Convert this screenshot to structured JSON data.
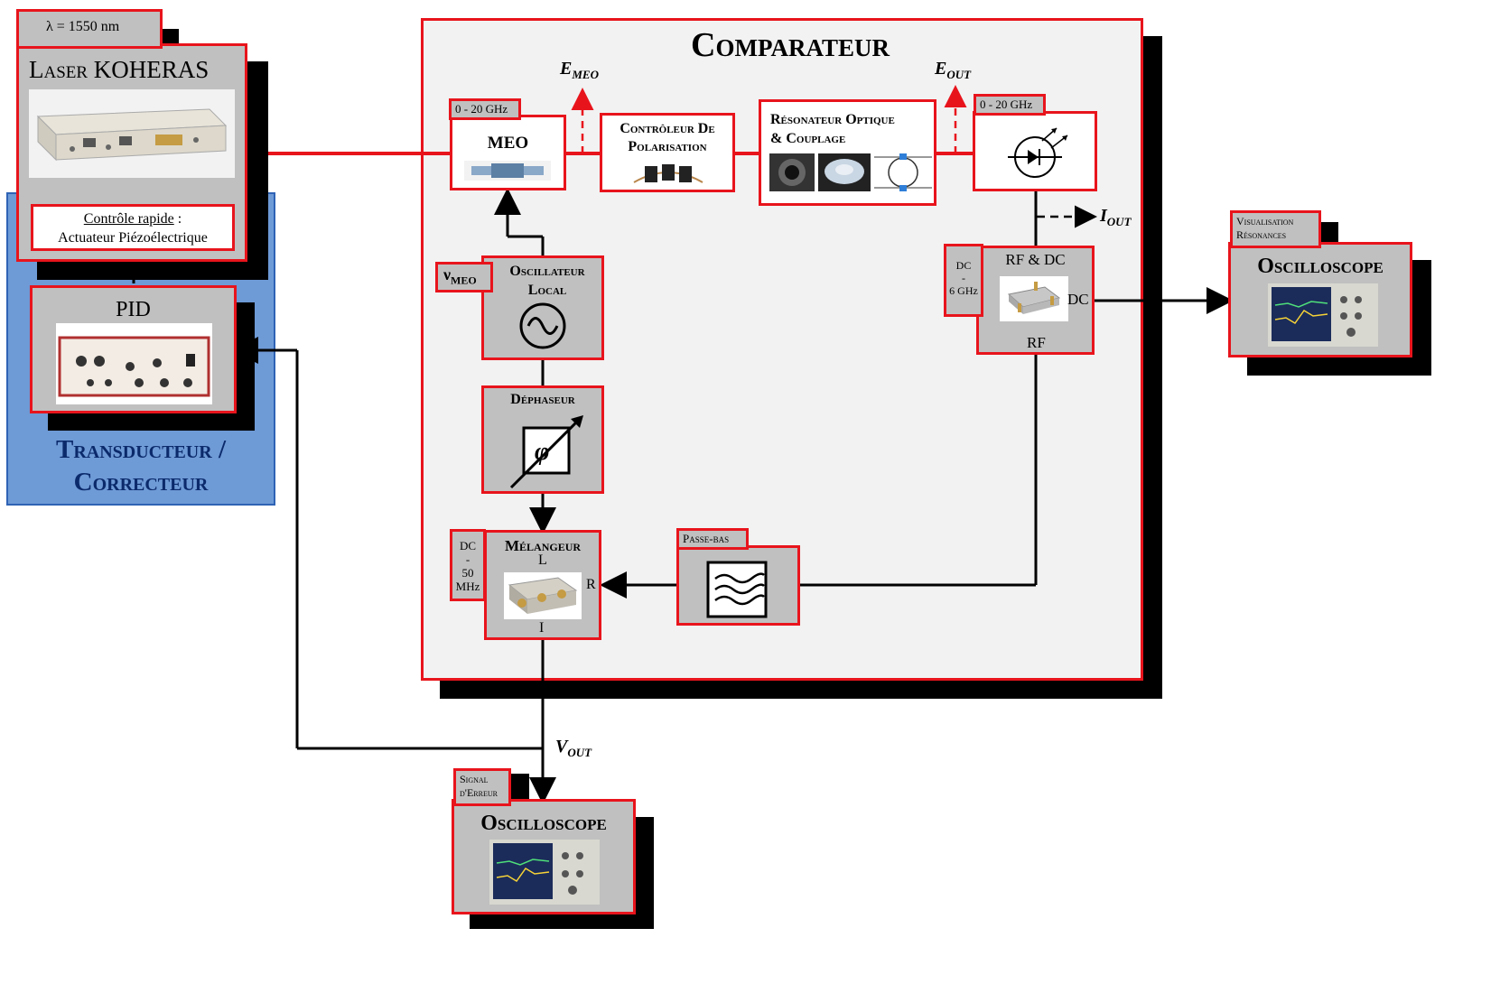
{
  "laser": {
    "wavelength": "λ = 1550 nm",
    "title": "Laser KOHERAS",
    "control_u": "Contrôle rapide",
    "control_rest": " :",
    "control_line2": "Actuateur Piézoélectrique"
  },
  "pid": {
    "title": "PID"
  },
  "transducer": {
    "line1": "Transducteur /",
    "line2": "Correcteur"
  },
  "comparator": {
    "title": "Comparateur"
  },
  "meo": {
    "range": "0 - 20 GHz",
    "title": "MEO"
  },
  "signals": {
    "e_meo": "E",
    "e_meo_sub": "MEO",
    "e_out": "E",
    "e_out_sub": "OUT",
    "i_out": "I",
    "i_out_sub": "OUT",
    "v_out": "V",
    "v_out_sub": "OUT"
  },
  "polar": {
    "line1": "Contrôleur De",
    "line2": "Polarisation"
  },
  "resonator": {
    "line1": "Résonateur Optique",
    "line2": "& Couplage"
  },
  "detector": {
    "range": "0 - 20 GHz"
  },
  "biastee": {
    "title": "RF & DC",
    "dc": "DC",
    "rf": "RF",
    "range_l1": "DC",
    "range_l2": "-",
    "range_l3": "6 GHz"
  },
  "oscillator": {
    "tag_main": "ν",
    "tag_sub": "MEO",
    "line1": "Oscillateur",
    "line2": "Local"
  },
  "phase": {
    "title": "Déphaseur",
    "symbol": "φ"
  },
  "mixer": {
    "title": "Mélangeur",
    "l": "L",
    "r": "R",
    "i": "I",
    "range_l1": "DC",
    "range_l2": "-",
    "range_l3": "50",
    "range_l4": "MHz"
  },
  "lowpass": {
    "title": "Passe-bas"
  },
  "osc_right": {
    "tag_l1": "Visualisation",
    "tag_l2": "Résonances",
    "title": "Oscilloscope"
  },
  "osc_bottom": {
    "tag_l1": "Signal",
    "tag_l2": "d'Erreur",
    "title": "Oscilloscope"
  },
  "colors": {
    "border": "#e8141c",
    "box_fill": "#c0c0c0",
    "transducer_fill": "#6e9ad6",
    "transducer_text": "#0b2a6b",
    "optical_line": "#e8141c"
  }
}
